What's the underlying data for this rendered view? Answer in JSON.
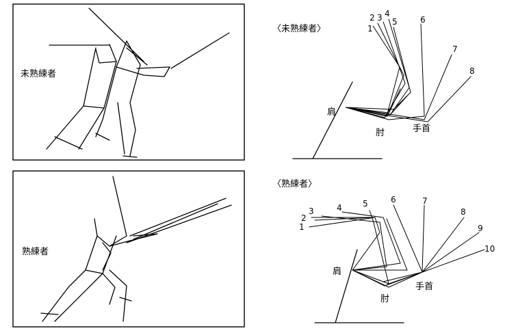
{
  "top": {
    "figure_label": "未熟練者",
    "diagram_title": "〈未熟練者〉",
    "joints": {
      "shoulder": "肩",
      "elbow": "肘",
      "wrist": "手首"
    },
    "frame_numbers": [
      "1",
      "2",
      "3",
      "4",
      "5",
      "6",
      "7",
      "8"
    ]
  },
  "bottom": {
    "figure_label": "熟練者",
    "diagram_title": "〈熟練者〉",
    "joints": {
      "shoulder": "肩",
      "elbow": "肘",
      "wrist": "手首"
    },
    "frame_numbers": [
      "1",
      "2",
      "3",
      "4",
      "5",
      "6",
      "7",
      "8",
      "9",
      "10"
    ]
  }
}
